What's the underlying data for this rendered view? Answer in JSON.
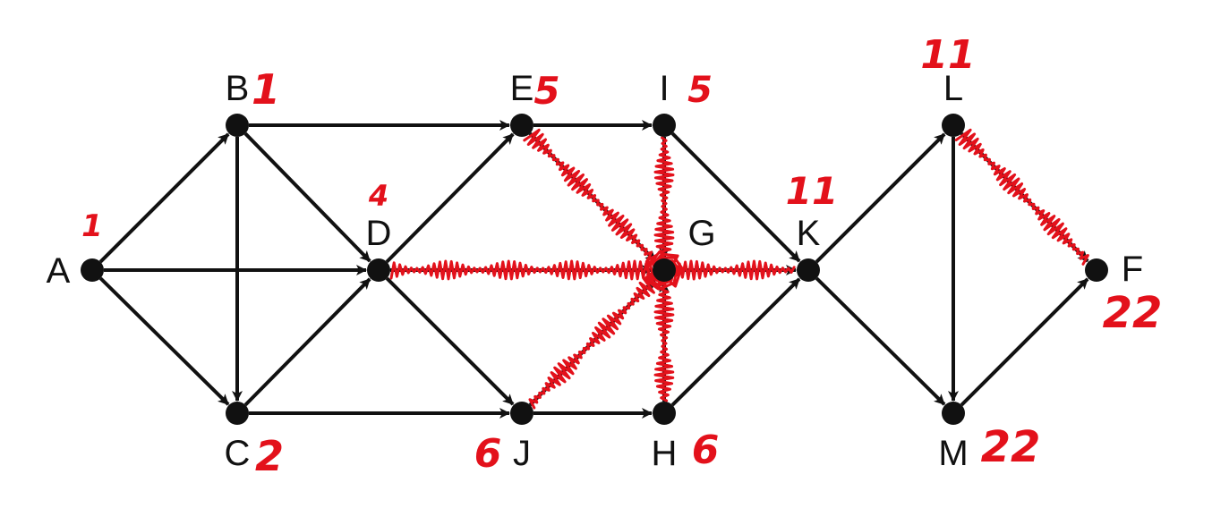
{
  "colors": {
    "ink": "#111111",
    "annotation": "#e3111b",
    "background": "#ffffff"
  },
  "nodes": [
    {
      "id": "A",
      "label": "A",
      "number": "1"
    },
    {
      "id": "B",
      "label": "B",
      "number": "1"
    },
    {
      "id": "C",
      "label": "C",
      "number": "2"
    },
    {
      "id": "D",
      "label": "D",
      "number": "4"
    },
    {
      "id": "E",
      "label": "E",
      "number": "5"
    },
    {
      "id": "I",
      "label": "I",
      "number": "5"
    },
    {
      "id": "J",
      "label": "J",
      "number": "6"
    },
    {
      "id": "H",
      "label": "H",
      "number": "6"
    },
    {
      "id": "G",
      "label": "G",
      "number": ""
    },
    {
      "id": "K",
      "label": "K",
      "number": "11"
    },
    {
      "id": "L",
      "label": "L",
      "number": "11"
    },
    {
      "id": "M",
      "label": "M",
      "number": "22"
    },
    {
      "id": "F",
      "label": "F",
      "number": "22"
    }
  ],
  "edges": [
    {
      "from": "A",
      "to": "B"
    },
    {
      "from": "A",
      "to": "D"
    },
    {
      "from": "A",
      "to": "C"
    },
    {
      "from": "B",
      "to": "E"
    },
    {
      "from": "B",
      "to": "D"
    },
    {
      "from": "B",
      "to": "C"
    },
    {
      "from": "C",
      "to": "D"
    },
    {
      "from": "C",
      "to": "J"
    },
    {
      "from": "D",
      "to": "E"
    },
    {
      "from": "D",
      "to": "J"
    },
    {
      "from": "D",
      "to": "G"
    },
    {
      "from": "E",
      "to": "I"
    },
    {
      "from": "E",
      "to": "G"
    },
    {
      "from": "J",
      "to": "H"
    },
    {
      "from": "J",
      "to": "G"
    },
    {
      "from": "I",
      "to": "G"
    },
    {
      "from": "I",
      "to": "K"
    },
    {
      "from": "H",
      "to": "G"
    },
    {
      "from": "H",
      "to": "K"
    },
    {
      "from": "G",
      "to": "K"
    },
    {
      "from": "K",
      "to": "L"
    },
    {
      "from": "K",
      "to": "M"
    },
    {
      "from": "L",
      "to": "M"
    },
    {
      "from": "L",
      "to": "F"
    },
    {
      "from": "M",
      "to": "F"
    }
  ],
  "crossed_out_edges": [
    {
      "from": "E",
      "to": "G"
    },
    {
      "from": "D",
      "to": "G"
    },
    {
      "from": "J",
      "to": "G"
    },
    {
      "from": "I",
      "to": "G"
    },
    {
      "from": "H",
      "to": "G"
    },
    {
      "from": "G",
      "to": "K"
    },
    {
      "from": "L",
      "to": "F"
    }
  ]
}
